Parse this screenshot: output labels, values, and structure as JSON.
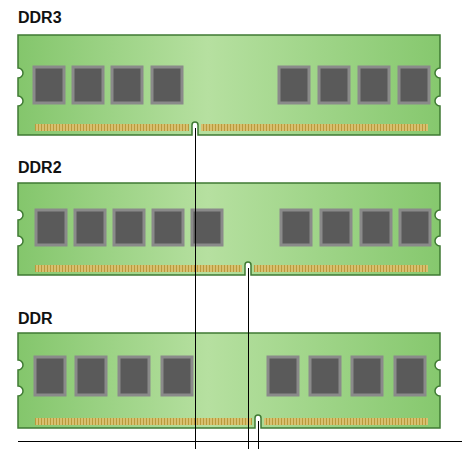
{
  "diagram": {
    "nodes": [
      {
        "text": [
          "DDR3"
        ]
      },
      {
        "text": [
          "DDR2"
        ]
      },
      {
        "text": [
          "DDR"
        ]
      }
    ]
  }
}
